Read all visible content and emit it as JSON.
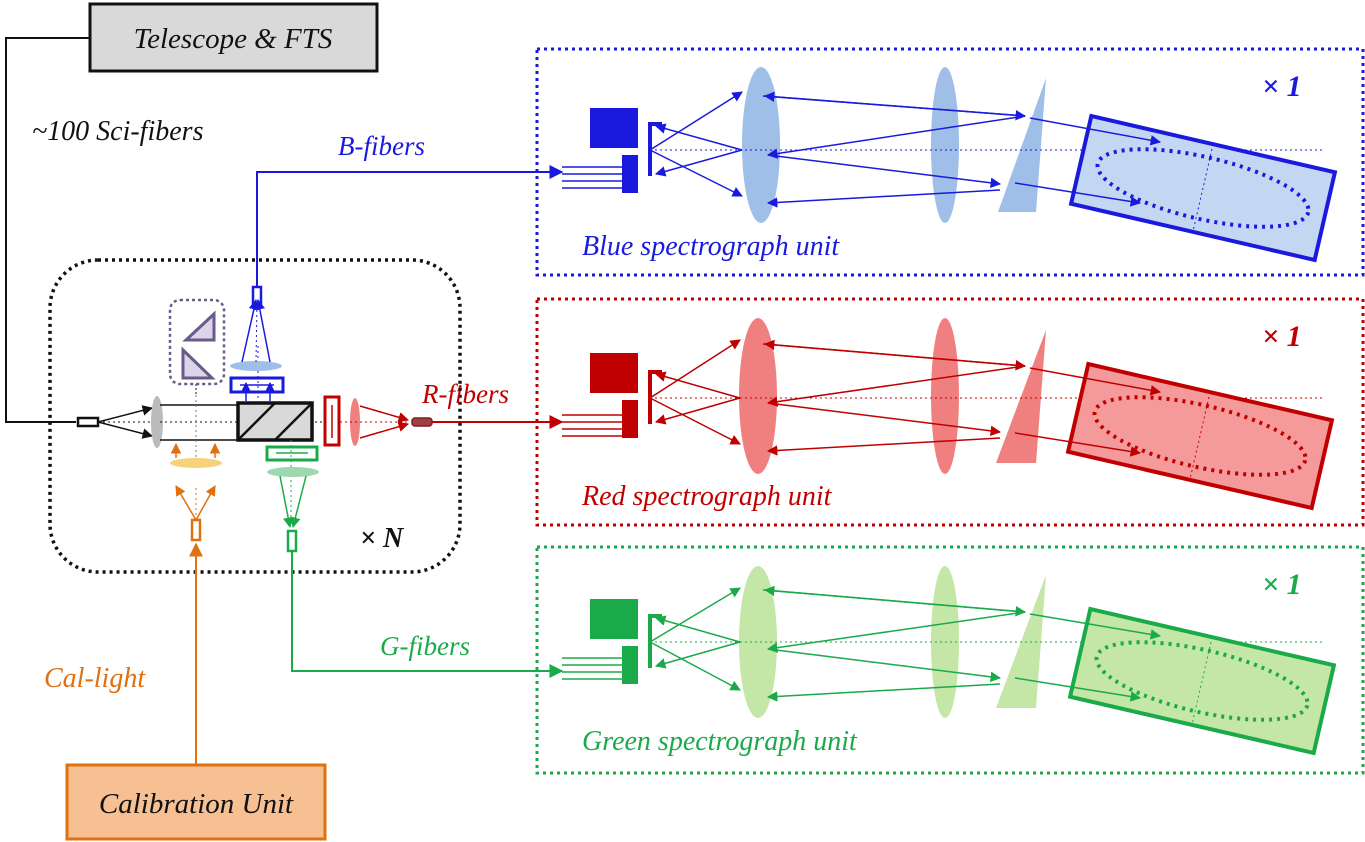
{
  "colors": {
    "blue": "#1a1adf",
    "blue_fill": "#9fbfe8",
    "red": "#c00000",
    "red_fill": "#f08080",
    "green": "#1aaa4a",
    "green_fill": "#c4e6a6",
    "orange": "#e07010",
    "orange_fill": "#f7c093",
    "gray_box": "#d9d9d9",
    "purple": "#6a5a8a"
  },
  "boxes": {
    "telescope": "Telescope & FTS",
    "calibration": "Calibration Unit"
  },
  "labels": {
    "sci_fibers": "~100 Sci-fibers",
    "cal_light": "Cal-light",
    "b_fibers": "B-fibers",
    "r_fibers": "R-fibers",
    "g_fibers": "G-fibers",
    "module_multiplier": "× N"
  },
  "units": {
    "blue": {
      "title": "Blue spectrograph unit",
      "multiplier": "× 1"
    },
    "red": {
      "title": "Red spectrograph unit",
      "multiplier": "× 1"
    },
    "green": {
      "title": "Green spectrograph unit",
      "multiplier": "× 1"
    }
  }
}
